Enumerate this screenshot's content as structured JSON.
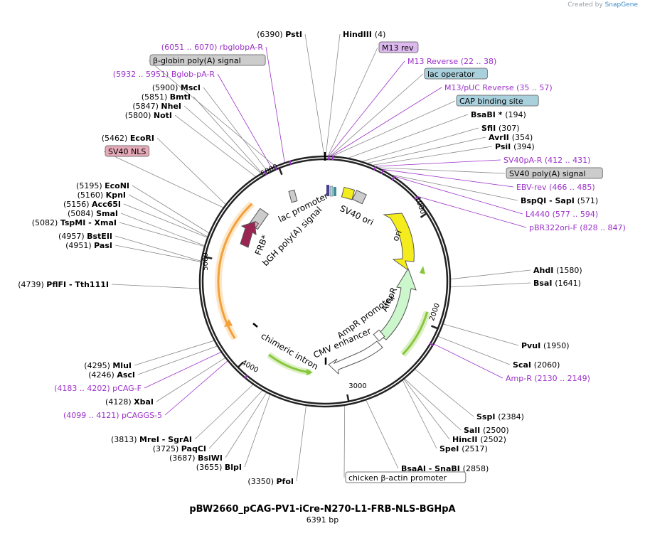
{
  "header": {
    "brand_prefix": "Created by",
    "brand_name": "SnapGene"
  },
  "plasmid": {
    "name": "pBW2660_pCAG-PV1-iCre-N270-L1-FRB-NLS-BGHpA",
    "length_label": "6391 bp"
  },
  "colors": {
    "primer": "#9b30c8",
    "enzyme_line": "#888888",
    "ring": "#222222",
    "feature_box_blue": "#a9d1dd",
    "feature_box_gray": "#cccccc",
    "feature_box_pink": "#e6aab8",
    "feature_box_purple": "#dcb8ee",
    "ori": "#f4ec1c",
    "ampr": "#ccf7cc",
    "intron_green": "#88c63e",
    "orange_arrow": "#f2a03c",
    "frb": "#9b2552"
  },
  "scale_labels": [
    "1000",
    "2000",
    "3000",
    "4000",
    "5000",
    "6000"
  ],
  "labels": [
    {
      "kind": "enzyme",
      "pos": "(6390)",
      "name": "PstI"
    },
    {
      "kind": "enzyme",
      "name": "HindIII",
      "pos": "(4)"
    },
    {
      "kind": "boxpurple",
      "name": "M13 rev"
    },
    {
      "kind": "primer",
      "name": "M13 Reverse",
      "pos": "(22 .. 38)"
    },
    {
      "kind": "boxblue",
      "name": "lac operator"
    },
    {
      "kind": "primer",
      "name": "M13/pUC Reverse",
      "pos": "(35 .. 57)"
    },
    {
      "kind": "boxblue",
      "name": "CAP binding site"
    },
    {
      "kind": "enzyme",
      "name": "BsaBI *",
      "pos": "(194)"
    },
    {
      "kind": "enzyme",
      "name": "SfiI",
      "pos": "(307)"
    },
    {
      "kind": "enzyme",
      "name": "AvrII",
      "pos": "(354)"
    },
    {
      "kind": "enzyme",
      "name": "PsiI",
      "pos": "(394)"
    },
    {
      "kind": "primer",
      "name": "SV40pA-R",
      "pos": "(412 .. 431)"
    },
    {
      "kind": "boxgray",
      "name": "SV40 poly(A) signal"
    },
    {
      "kind": "primer",
      "name": "EBV-rev",
      "pos": "(466 .. 485)"
    },
    {
      "kind": "enzyme",
      "name": "BspQI - SapI",
      "pos": "(571)"
    },
    {
      "kind": "primer",
      "name": "L4440",
      "pos": "(577 .. 594)"
    },
    {
      "kind": "primer",
      "name": "pBR322ori-F",
      "pos": "(828 .. 847)"
    },
    {
      "kind": "enzyme",
      "name": "AhdI",
      "pos": "(1580)"
    },
    {
      "kind": "enzyme",
      "name": "BsaI",
      "pos": "(1641)"
    },
    {
      "kind": "enzyme",
      "name": "PvuI",
      "pos": "(1950)"
    },
    {
      "kind": "enzyme",
      "name": "ScaI",
      "pos": "(2060)"
    },
    {
      "kind": "primer",
      "name": "Amp-R",
      "pos": "(2130 .. 2149)"
    },
    {
      "kind": "enzyme",
      "name": "SspI",
      "pos": "(2384)"
    },
    {
      "kind": "enzyme",
      "name": "SalI",
      "pos": "(2500)"
    },
    {
      "kind": "enzyme",
      "name": "HincII",
      "pos": "(2502)"
    },
    {
      "kind": "enzyme",
      "name": "SpeI",
      "pos": "(2517)"
    },
    {
      "kind": "enzyme",
      "name": "BsaAI - SnaBI",
      "pos": "(2858)"
    },
    {
      "kind": "boxwhite",
      "name": "chicken β-actin promoter"
    },
    {
      "kind": "enzyme",
      "pos": "(3350)",
      "name": "PfoI"
    },
    {
      "kind": "enzyme",
      "pos": "(3655)",
      "name": "BlpI"
    },
    {
      "kind": "enzyme",
      "pos": "(3687)",
      "name": "BsiWI"
    },
    {
      "kind": "enzyme",
      "pos": "(3725)",
      "name": "PaqCI"
    },
    {
      "kind": "enzyme",
      "pos": "(3813)",
      "name": "MreI - SgrAI"
    },
    {
      "kind": "primer",
      "pos": "(4099 .. 4121)",
      "name": "pCAGGS-5"
    },
    {
      "kind": "enzyme",
      "pos": "(4128)",
      "name": "XbaI"
    },
    {
      "kind": "primer",
      "pos": "(4183 .. 4202)",
      "name": "pCAG-F"
    },
    {
      "kind": "enzyme",
      "pos": "(4246)",
      "name": "AscI"
    },
    {
      "kind": "enzyme",
      "pos": "(4295)",
      "name": "MluI"
    },
    {
      "kind": "enzyme",
      "pos": "(4739)",
      "name": "PflFI - Tth111I"
    },
    {
      "kind": "enzyme",
      "pos": "(4951)",
      "name": "PasI"
    },
    {
      "kind": "enzyme",
      "pos": "(4957)",
      "name": "BstEII"
    },
    {
      "kind": "enzyme",
      "pos": "(5082)",
      "name": "TspMI - XmaI"
    },
    {
      "kind": "enzyme",
      "pos": "(5084)",
      "name": "SmaI"
    },
    {
      "kind": "enzyme",
      "pos": "(5156)",
      "name": "Acc65I"
    },
    {
      "kind": "enzyme",
      "pos": "(5160)",
      "name": "KpnI"
    },
    {
      "kind": "enzyme",
      "pos": "(5195)",
      "name": "EcoNI"
    },
    {
      "kind": "boxpink",
      "name": "SV40 NLS"
    },
    {
      "kind": "enzyme",
      "pos": "(5462)",
      "name": "EcoRI"
    },
    {
      "kind": "enzyme",
      "pos": "(5800)",
      "name": "NotI"
    },
    {
      "kind": "enzyme",
      "pos": "(5847)",
      "name": "NheI"
    },
    {
      "kind": "enzyme",
      "pos": "(5851)",
      "name": "BmtI"
    },
    {
      "kind": "enzyme",
      "pos": "(5900)",
      "name": "MscI"
    },
    {
      "kind": "primer",
      "pos": "(5932 .. 5951)",
      "name": "Bglob-pA-R"
    },
    {
      "kind": "boxgray",
      "name": "β-globin poly(A) signal"
    },
    {
      "kind": "primer",
      "pos": "(6051 .. 6070)",
      "name": "rbglobpA-R"
    }
  ],
  "features": [
    {
      "name": "lac promoter"
    },
    {
      "name": "SV40 ori"
    },
    {
      "name": "ori"
    },
    {
      "name": "AmpR"
    },
    {
      "name": "AmpR promoter"
    },
    {
      "name": "CMV enhancer"
    },
    {
      "name": "chimeric intron"
    },
    {
      "name": "FRB*"
    },
    {
      "name": "bGH poly(A) signal"
    }
  ]
}
